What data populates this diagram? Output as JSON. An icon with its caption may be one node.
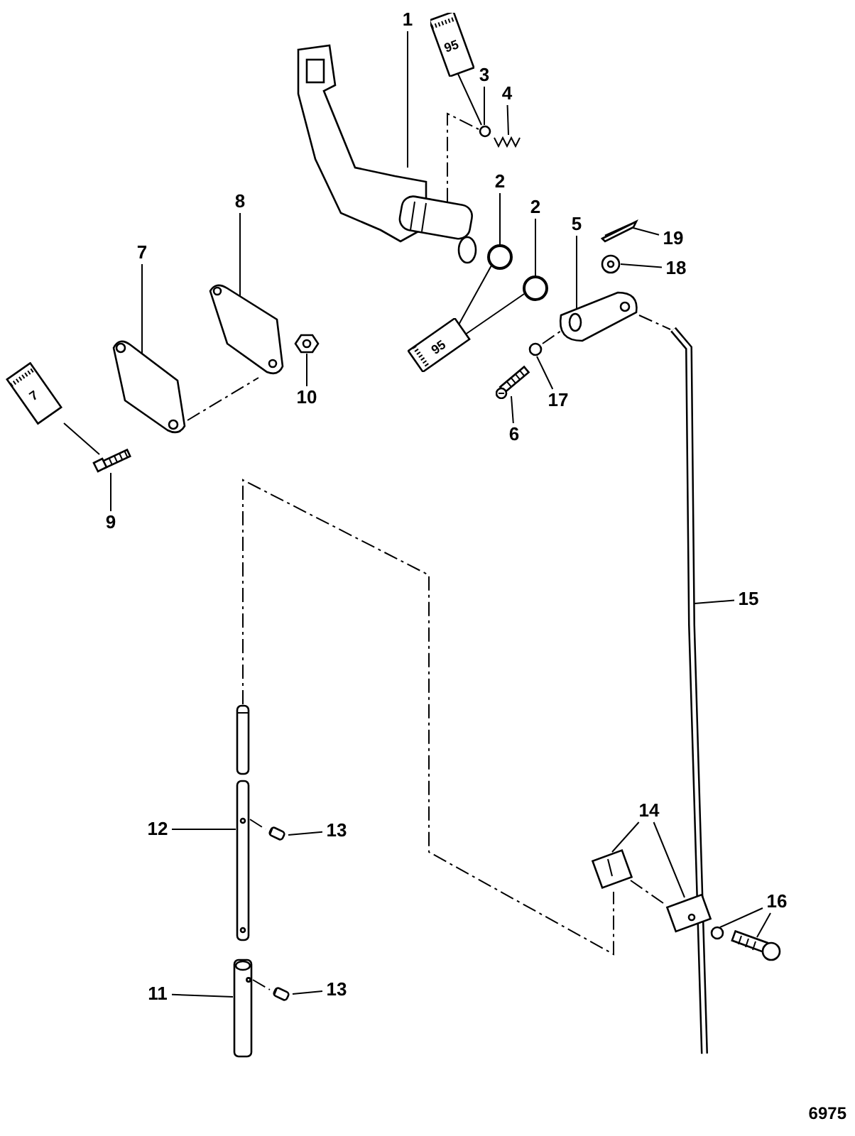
{
  "diagram": {
    "nodes": [
      {
        "text": [
          "1"
        ]
      },
      {
        "text": [
          "3"
        ]
      },
      {
        "text": [
          "4"
        ]
      },
      {
        "text": [
          "2"
        ]
      },
      {
        "text": [
          "2"
        ]
      },
      {
        "text": [
          "5"
        ]
      },
      {
        "text": [
          "19"
        ]
      },
      {
        "text": [
          "18"
        ]
      },
      {
        "text": [
          "8"
        ]
      },
      {
        "text": [
          "7"
        ]
      },
      {
        "text": [
          "10"
        ]
      },
      {
        "text": [
          "17"
        ]
      },
      {
        "text": [
          "6"
        ]
      },
      {
        "text": [
          "9"
        ]
      },
      {
        "text": [
          "15"
        ]
      },
      {
        "text": [
          "14"
        ]
      },
      {
        "text": [
          "16"
        ]
      },
      {
        "text": [
          "12"
        ]
      },
      {
        "text": [
          "13"
        ]
      },
      {
        "text": [
          "11"
        ]
      },
      {
        "text": [
          "13"
        ]
      },
      {
        "text": [],
        "shape": "picture"
      },
      {
        "text": [
          "95"
        ]
      },
      {
        "text": [],
        "shape": "circle"
      },
      {
        "text": [],
        "shape": "picture"
      },
      {
        "text": [],
        "shape": "circle"
      },
      {
        "text": [],
        "shape": "circle"
      },
      {
        "text": [
          "95"
        ]
      },
      {
        "text": [],
        "shape": "picture"
      },
      {
        "text": [],
        "shape": "picture"
      },
      {
        "text": [],
        "shape": "picture"
      },
      {
        "text": [],
        "shape": "picture"
      },
      {
        "text": [],
        "shape": "picture"
      },
      {
        "text": [],
        "shape": "picture"
      },
      {
        "text": [
          "7"
        ]
      },
      {
        "text": [],
        "shape": "picture"
      },
      {
        "text": [],
        "shape": "picture"
      },
      {
        "text": [],
        "shape": "circle"
      },
      {
        "text": [],
        "shape": "picture"
      },
      {
        "text": [],
        "shape": "picture"
      },
      {
        "text": [],
        "shape": "picture"
      },
      {
        "text": [],
        "shape": "circle"
      },
      {
        "text": [],
        "shape": "picture"
      },
      {
        "text": [],
        "shape": "picture"
      },
      {
        "text": [],
        "shape": "picture"
      },
      {
        "text": [],
        "shape": "picture"
      },
      {
        "text": [],
        "shape": "picture"
      },
      {
        "text": [],
        "shape": "picture"
      }
    ],
    "edges": [
      {
        "from": 0,
        "to": 21,
        "arrow": "none"
      },
      {
        "from": 1,
        "to": 23,
        "arrow": "none"
      },
      {
        "from": 2,
        "to": 24,
        "arrow": "none"
      },
      {
        "from": 3,
        "to": 25,
        "arrow": "none"
      },
      {
        "from": 4,
        "to": 26,
        "arrow": "none"
      },
      {
        "from": 5,
        "to": 28,
        "arrow": "none"
      },
      {
        "from": 6,
        "to": 29,
        "arrow": "none"
      },
      {
        "from": 7,
        "to": 30,
        "arrow": "none"
      },
      {
        "from": 8,
        "to": 31,
        "arrow": "none"
      },
      {
        "from": 9,
        "to": 32,
        "arrow": "none"
      },
      {
        "from": 10,
        "to": 33,
        "arrow": "none"
      },
      {
        "from": 11,
        "to": 37,
        "arrow": "none"
      },
      {
        "from": 12,
        "to": 36,
        "arrow": "none"
      },
      {
        "from": 13,
        "to": 35,
        "arrow": "none"
      },
      {
        "from": 14,
        "to": 38,
        "arrow": "none"
      },
      {
        "from": 15,
        "to": 39,
        "arrow": "none"
      },
      {
        "from": 15,
        "to": 40,
        "arrow": "none"
      },
      {
        "from": 16,
        "to": 41,
        "arrow": "none"
      },
      {
        "from": 16,
        "to": 42,
        "arrow": "none"
      },
      {
        "from": 17,
        "to": 44,
        "arrow": "none"
      },
      {
        "from": 18,
        "to": 45,
        "arrow": "none"
      },
      {
        "from": 19,
        "to": 46,
        "arrow": "none"
      },
      {
        "from": 20,
        "to": 47,
        "arrow": "none"
      },
      {
        "from": 22,
        "to": 23,
        "arrow": "none"
      },
      {
        "from": 21,
        "to": 23,
        "arrow": "none",
        "style": "dashed"
      },
      {
        "from": 27,
        "to": 25,
        "arrow": "none"
      },
      {
        "from": 27,
        "to": 26,
        "arrow": "none"
      },
      {
        "from": 32,
        "to": 31,
        "arrow": "none",
        "style": "dashed"
      },
      {
        "from": 34,
        "to": 35,
        "arrow": "none"
      },
      {
        "from": 37,
        "to": 28,
        "arrow": "none",
        "style": "dashed"
      },
      {
        "from": 28,
        "to": 38,
        "arrow": "none",
        "style": "dashed"
      },
      {
        "from": 43,
        "to": 39,
        "arrow": "none",
        "style": "dashed"
      },
      {
        "from": 39,
        "to": 40,
        "arrow": "none",
        "style": "dashed"
      },
      {
        "from": 44,
        "to": 45,
        "arrow": "none",
        "style": "dashed"
      },
      {
        "from": 46,
        "to": 47,
        "arrow": "none",
        "style": "dashed"
      }
    ],
    "labels": [
      "6975"
    ]
  }
}
